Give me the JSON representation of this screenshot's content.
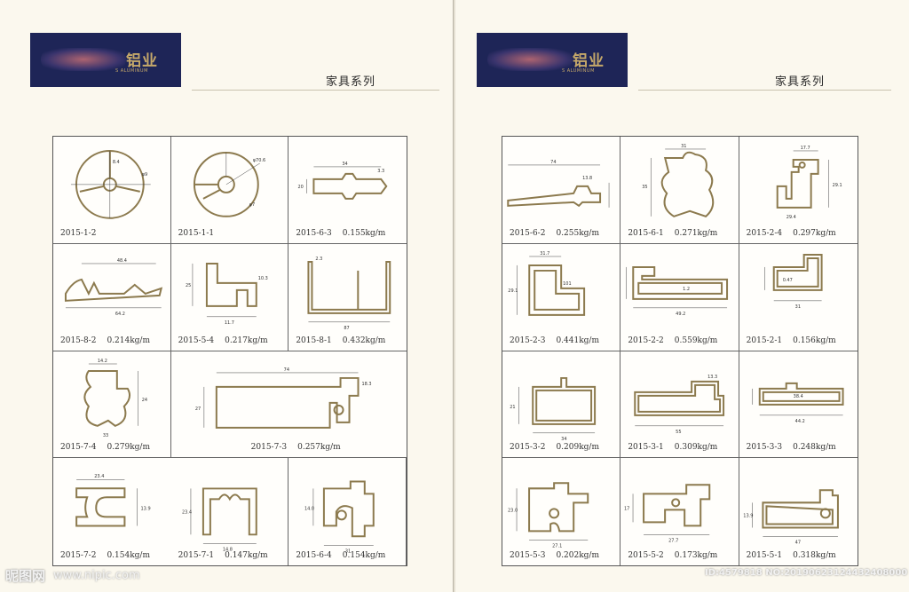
{
  "left_page": {
    "logo": {
      "text_cn": "铝业",
      "text_en": "S ALUMINUM"
    },
    "series_title": "家具系列",
    "items": [
      {
        "code": "2015-1-2",
        "weight": ""
      },
      {
        "code": "2015-1-1",
        "weight": ""
      },
      {
        "code": "2015-6-3",
        "weight": "0.155kg/m"
      },
      {
        "code": "2015-8-2",
        "weight": "0.214kg/m"
      },
      {
        "code": "2015-5-4",
        "weight": "0.217kg/m"
      },
      {
        "code": "2015-8-1",
        "weight": "0.432kg/m"
      },
      {
        "code": "2015-7-4",
        "weight": "0.279kg/m"
      },
      {
        "code": "2015-7-3",
        "weight": "0.257kg/m"
      },
      {
        "code": "2015-7-2",
        "weight": "0.154kg/m"
      },
      {
        "code": "2015-7-1",
        "weight": "0.147kg/m"
      },
      {
        "code": "2015-6-4",
        "weight": "0.154kg/m"
      }
    ]
  },
  "right_page": {
    "logo": {
      "text_cn": "铝业",
      "text_en": "S ALUMINUM"
    },
    "series_title": "家具系列",
    "items": [
      {
        "code": "2015-6-2",
        "weight": "0.255kg/m"
      },
      {
        "code": "2015-6-1",
        "weight": "0.271kg/m"
      },
      {
        "code": "2015-2-4",
        "weight": "0.297kg/m"
      },
      {
        "code": "2015-2-3",
        "weight": "0.441kg/m"
      },
      {
        "code": "2015-2-2",
        "weight": "0.559kg/m"
      },
      {
        "code": "2015-2-1",
        "weight": "0.156kg/m"
      },
      {
        "code": "2015-3-2",
        "weight": "0.209kg/m"
      },
      {
        "code": "2015-3-1",
        "weight": "0.309kg/m"
      },
      {
        "code": "2015-3-3",
        "weight": "0.248kg/m"
      },
      {
        "code": "2015-5-3",
        "weight": "0.202kg/m"
      },
      {
        "code": "2015-5-2",
        "weight": "0.173kg/m"
      },
      {
        "code": "2015-5-1",
        "weight": "0.318kg/m"
      }
    ]
  },
  "watermark": {
    "site_cn": "昵图网",
    "site_url": "www.nipic.com",
    "image_id": "ID:4579818 NO:20190623124432408000"
  }
}
